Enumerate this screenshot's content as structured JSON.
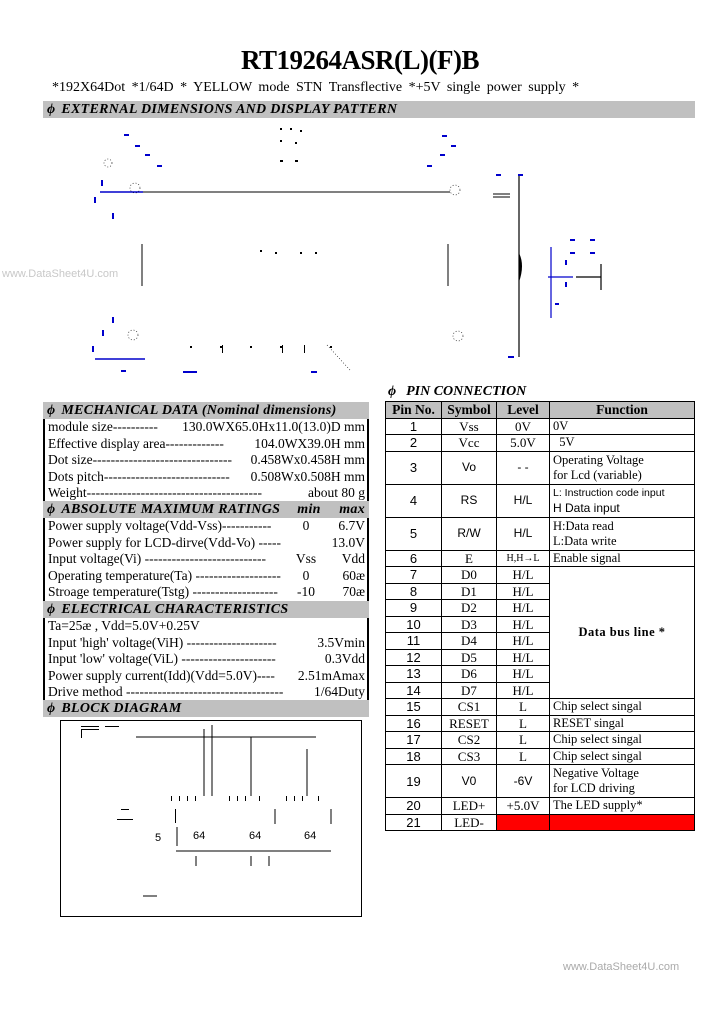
{
  "header": {
    "title": "RT19264ASR(L)(F)B",
    "subtitle": "*192X64Dot     *1/64D  *  YELLOW  mode STN  Transflective  *+5V  single  power  supply *"
  },
  "sections": {
    "external": {
      "symbol": "ϕ",
      "label": "EXTERNAL  DIMENSIONS  AND  DISPLAY  PATTERN"
    },
    "mechanical": {
      "symbol": "ϕ",
      "label": "MECHANICAL  DATA  (Nominal  dimensions)"
    },
    "absolute": {
      "symbol": "ϕ",
      "label": "ABSOLUTE MAXIMUM RATINGS",
      "min_label": "min",
      "max_label": "max"
    },
    "electrical": {
      "symbol": "ϕ",
      "label": "ELECTRICAL   CHARACTERISTICS"
    },
    "block": {
      "symbol": "ϕ",
      "label": "BLOCK  DIAGRAM"
    },
    "pin": {
      "symbol": "ϕ",
      "label": "PIN  CONNECTION"
    }
  },
  "mechanical_data": [
    {
      "label": "module  size----------",
      "value": "130.0WX65.0Hx11.0(13.0)D mm"
    },
    {
      "label": "Effective  display  area-------------",
      "value": "104.0WX39.0H  mm"
    },
    {
      "label": "Dot  size-------------------------------",
      "value": "0.458Wx0.458H  mm"
    },
    {
      "label": "Dots  pitch----------------------------",
      "value": "0.508Wx0.508H  mm"
    },
    {
      "label": "Weight---------------------------------------",
      "value": "about 80   g"
    }
  ],
  "absolute_ratings": [
    {
      "label": "Power  supply voltage(Vdd-Vss)-----------",
      "min": "0",
      "max": "6.7V"
    },
    {
      "label": "Power supply for LCD-dirve(Vdd-Vo) -----",
      "min": "",
      "max": "13.0V"
    },
    {
      "label": "Input   voltage(Vi) ---------------------------",
      "min": "Vss",
      "max": "Vdd"
    },
    {
      "label": "Operating   temperature(Ta) -------------------",
      "min": "0",
      "max": "60æ"
    },
    {
      "label": "Stroage  temperature(Tstg) -------------------",
      "min": "-10",
      "max": "70æ"
    }
  ],
  "electrical_characteristics": [
    {
      "label": "Ta=25æ ,  Vdd=5.0V+0.25V",
      "value": ""
    },
    {
      "label": "Input  'high'   voltage(ViH) --------------------",
      "value": "3.5Vmin"
    },
    {
      "label": "Input  'low'  voltage(ViL) ---------------------",
      "value": "0.3Vdd"
    },
    {
      "label": "Power supply current(Idd)(Vdd=5.0V)----",
      "value": "2.51mAmax"
    },
    {
      "label": "Drive  method  -----------------------------------",
      "value": "1/64Duty"
    }
  ],
  "pin_table": {
    "headers": [
      "Pin No.",
      "Symbol",
      "Level",
      "Function"
    ],
    "rows": [
      {
        "pin": "1",
        "symbol": "Vss",
        "level": "0V",
        "function": "0V"
      },
      {
        "pin": "2",
        "symbol": "Vcc",
        "level": "5.0V",
        "function": "  5V"
      },
      {
        "pin": "3",
        "symbol": "Vo",
        "level": "- -",
        "function": "Operating Voltage",
        "function2": "for Lcd (variable)"
      },
      {
        "pin": "4",
        "symbol": "RS",
        "level": "H/L",
        "function": "L: Instruction code input",
        "function2": "H Data input"
      },
      {
        "pin": "5",
        "symbol": "R/W",
        "level": "H/L",
        "function": "H:Data  read",
        "function2": "L:Data  write"
      },
      {
        "pin": "6",
        "symbol": "E",
        "level": "H,H→L",
        "function": "Enable signal"
      },
      {
        "pin": "7",
        "symbol": "D0",
        "level": "H/L"
      },
      {
        "pin": "8",
        "symbol": "D1",
        "level": "H/L"
      },
      {
        "pin": "9",
        "symbol": "D2",
        "level": "H/L"
      },
      {
        "pin": "10",
        "symbol": "D3",
        "level": "H/L"
      },
      {
        "pin": "11",
        "symbol": "D4",
        "level": "H/L"
      },
      {
        "pin": "12",
        "symbol": "D5",
        "level": "H/L"
      },
      {
        "pin": "13",
        "symbol": "D6",
        "level": "H/L"
      },
      {
        "pin": "14",
        "symbol": "D7",
        "level": "H/L"
      },
      {
        "pin": "15",
        "symbol": "CS1",
        "level": "L",
        "function": "Chip  select  singal"
      },
      {
        "pin": "16",
        "symbol": "RESET",
        "level": "L",
        "function": "RESET  singal"
      },
      {
        "pin": "17",
        "symbol": "CS2",
        "level": "L",
        "function": "Chip  select  singal"
      },
      {
        "pin": "18",
        "symbol": "CS3",
        "level": "L",
        "function": "Chip  select  singal"
      },
      {
        "pin": "19",
        "symbol": "V0",
        "level": "-6V",
        "function": "Negative  Voltage",
        "function2": "for LCD  driving"
      },
      {
        "pin": "20",
        "symbol": "LED+",
        "level": "+5.0V",
        "function": "The  LED  supply*"
      },
      {
        "pin": "21",
        "symbol": "LED-",
        "level": "",
        "function": ""
      }
    ],
    "data_bus_label": "Data  bus  line  *",
    "highlight_color": "#ff0000"
  },
  "block_diagram": {
    "labels": [
      "64",
      "64",
      "64",
      "5"
    ]
  },
  "watermarks": {
    "left": "www.DataSheet4U.com",
    "bottom": "www.DataSheet4U.com"
  },
  "colors": {
    "section_bar": "#c0c0c0",
    "drawing_dimension": "#0000cc",
    "red_cell": "#ff0000"
  }
}
